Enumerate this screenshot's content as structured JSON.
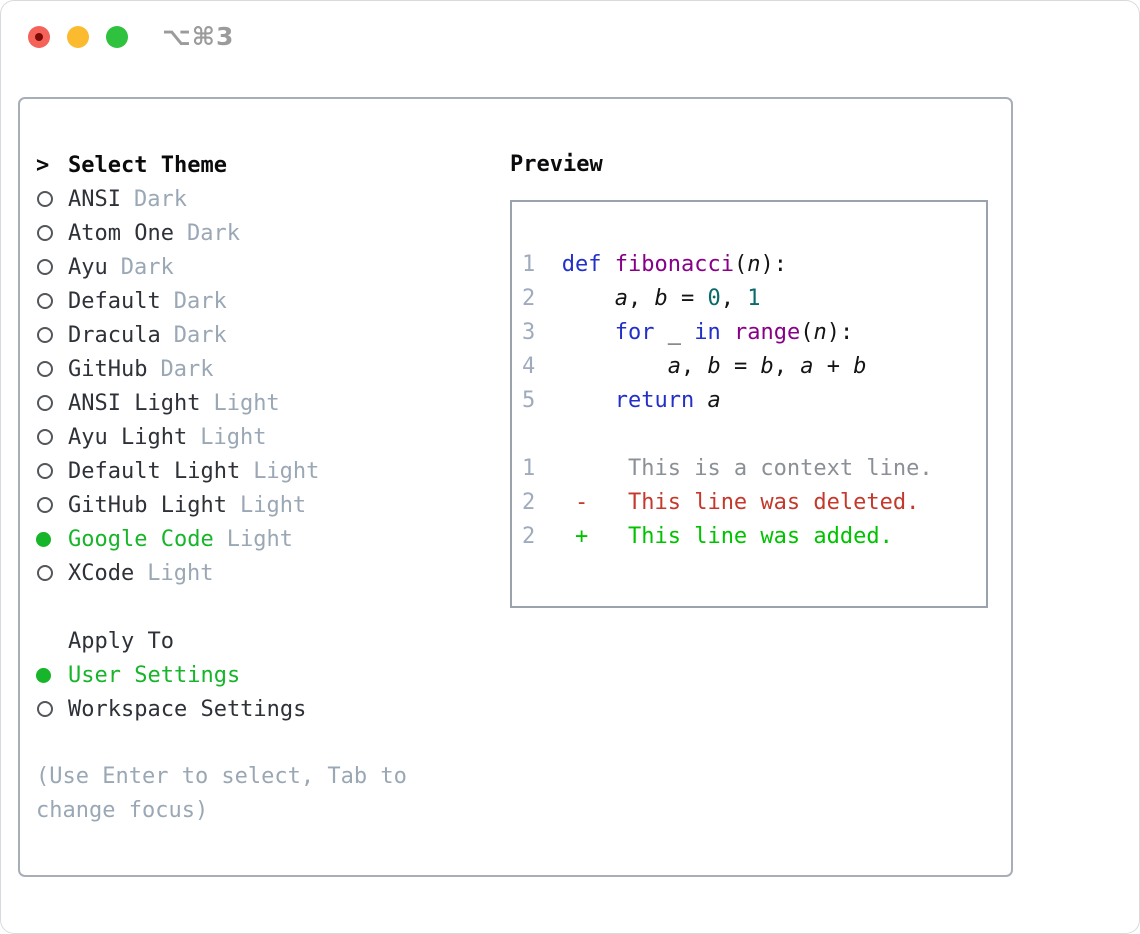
{
  "titlebar": {
    "title": "⌥⌘3"
  },
  "panel": {
    "select_theme": {
      "prompt": ">",
      "header": "Select Theme",
      "items": [
        {
          "name": "ANSI",
          "variant": "Dark",
          "selected": false
        },
        {
          "name": "Atom One",
          "variant": "Dark",
          "selected": false
        },
        {
          "name": "Ayu",
          "variant": "Dark",
          "selected": false
        },
        {
          "name": "Default",
          "variant": "Dark",
          "selected": false
        },
        {
          "name": "Dracula",
          "variant": "Dark",
          "selected": false
        },
        {
          "name": "GitHub",
          "variant": "Dark",
          "selected": false
        },
        {
          "name": "ANSI Light",
          "variant": "Light",
          "selected": false
        },
        {
          "name": "Ayu Light",
          "variant": "Light",
          "selected": false
        },
        {
          "name": "Default Light",
          "variant": "Light",
          "selected": false
        },
        {
          "name": "GitHub Light",
          "variant": "Light",
          "selected": false
        },
        {
          "name": "Google Code",
          "variant": "Light",
          "selected": true
        },
        {
          "name": "XCode",
          "variant": "Light",
          "selected": false
        }
      ]
    },
    "apply_to": {
      "header": "Apply To",
      "options": [
        {
          "label": "User Settings",
          "selected": true
        },
        {
          "label": "Workspace Settings",
          "selected": false
        }
      ]
    },
    "help_text": "(Use Enter to select, Tab to change focus)"
  },
  "preview": {
    "header": "Preview",
    "lines": [
      {
        "no": "1",
        "segs": [
          {
            "t": "def ",
            "c": "kw"
          },
          {
            "t": "fibonacci",
            "c": "fn"
          },
          {
            "t": "(",
            "c": "plain"
          },
          {
            "t": "n",
            "c": "var"
          },
          {
            "t": "):",
            "c": "plain"
          }
        ]
      },
      {
        "no": "2",
        "segs": [
          {
            "t": "    ",
            "c": "plain"
          },
          {
            "t": "a",
            "c": "var"
          },
          {
            "t": ", ",
            "c": "plain"
          },
          {
            "t": "b",
            "c": "var"
          },
          {
            "t": " = ",
            "c": "plain"
          },
          {
            "t": "0",
            "c": "num"
          },
          {
            "t": ", ",
            "c": "plain"
          },
          {
            "t": "1",
            "c": "num"
          }
        ]
      },
      {
        "no": "3",
        "segs": [
          {
            "t": "    ",
            "c": "plain"
          },
          {
            "t": "for",
            "c": "kw"
          },
          {
            "t": " _ ",
            "c": "plain"
          },
          {
            "t": "in",
            "c": "kw"
          },
          {
            "t": " ",
            "c": "plain"
          },
          {
            "t": "range",
            "c": "fn"
          },
          {
            "t": "(",
            "c": "plain"
          },
          {
            "t": "n",
            "c": "var"
          },
          {
            "t": "):",
            "c": "plain"
          }
        ]
      },
      {
        "no": "4",
        "segs": [
          {
            "t": "        ",
            "c": "plain"
          },
          {
            "t": "a",
            "c": "var"
          },
          {
            "t": ", ",
            "c": "plain"
          },
          {
            "t": "b",
            "c": "var"
          },
          {
            "t": " = ",
            "c": "plain"
          },
          {
            "t": "b",
            "c": "var"
          },
          {
            "t": ", ",
            "c": "plain"
          },
          {
            "t": "a",
            "c": "var"
          },
          {
            "t": " + ",
            "c": "plain"
          },
          {
            "t": "b",
            "c": "var"
          }
        ]
      },
      {
        "no": "5",
        "segs": [
          {
            "t": "    ",
            "c": "plain"
          },
          {
            "t": "return ",
            "c": "kw"
          },
          {
            "t": "a",
            "c": "var"
          }
        ]
      },
      {
        "no": "",
        "segs": []
      },
      {
        "no": "1",
        "segs": [
          {
            "t": "     This is a context line.",
            "c": "ctx"
          }
        ]
      },
      {
        "no": "2",
        "segs": [
          {
            "t": " -   This line was deleted.",
            "c": "del"
          }
        ]
      },
      {
        "no": "2",
        "segs": [
          {
            "t": " +   This line was added.",
            "c": "add"
          }
        ]
      }
    ]
  },
  "colors": {
    "selection_green": "#17b529",
    "added_green": "#00c300",
    "deleted_red": "#c4392b",
    "context_gray": "#8a9096",
    "keyword_blue": "#2230c8",
    "function_purple": "#880088",
    "number_teal": "#086a6a",
    "line_number_gray": "#9fabbd",
    "muted_gray": "#9aa7b5",
    "traffic_red": "#f4625a",
    "traffic_yellow": "#fcbb2f",
    "traffic_green": "#2fc23f"
  }
}
